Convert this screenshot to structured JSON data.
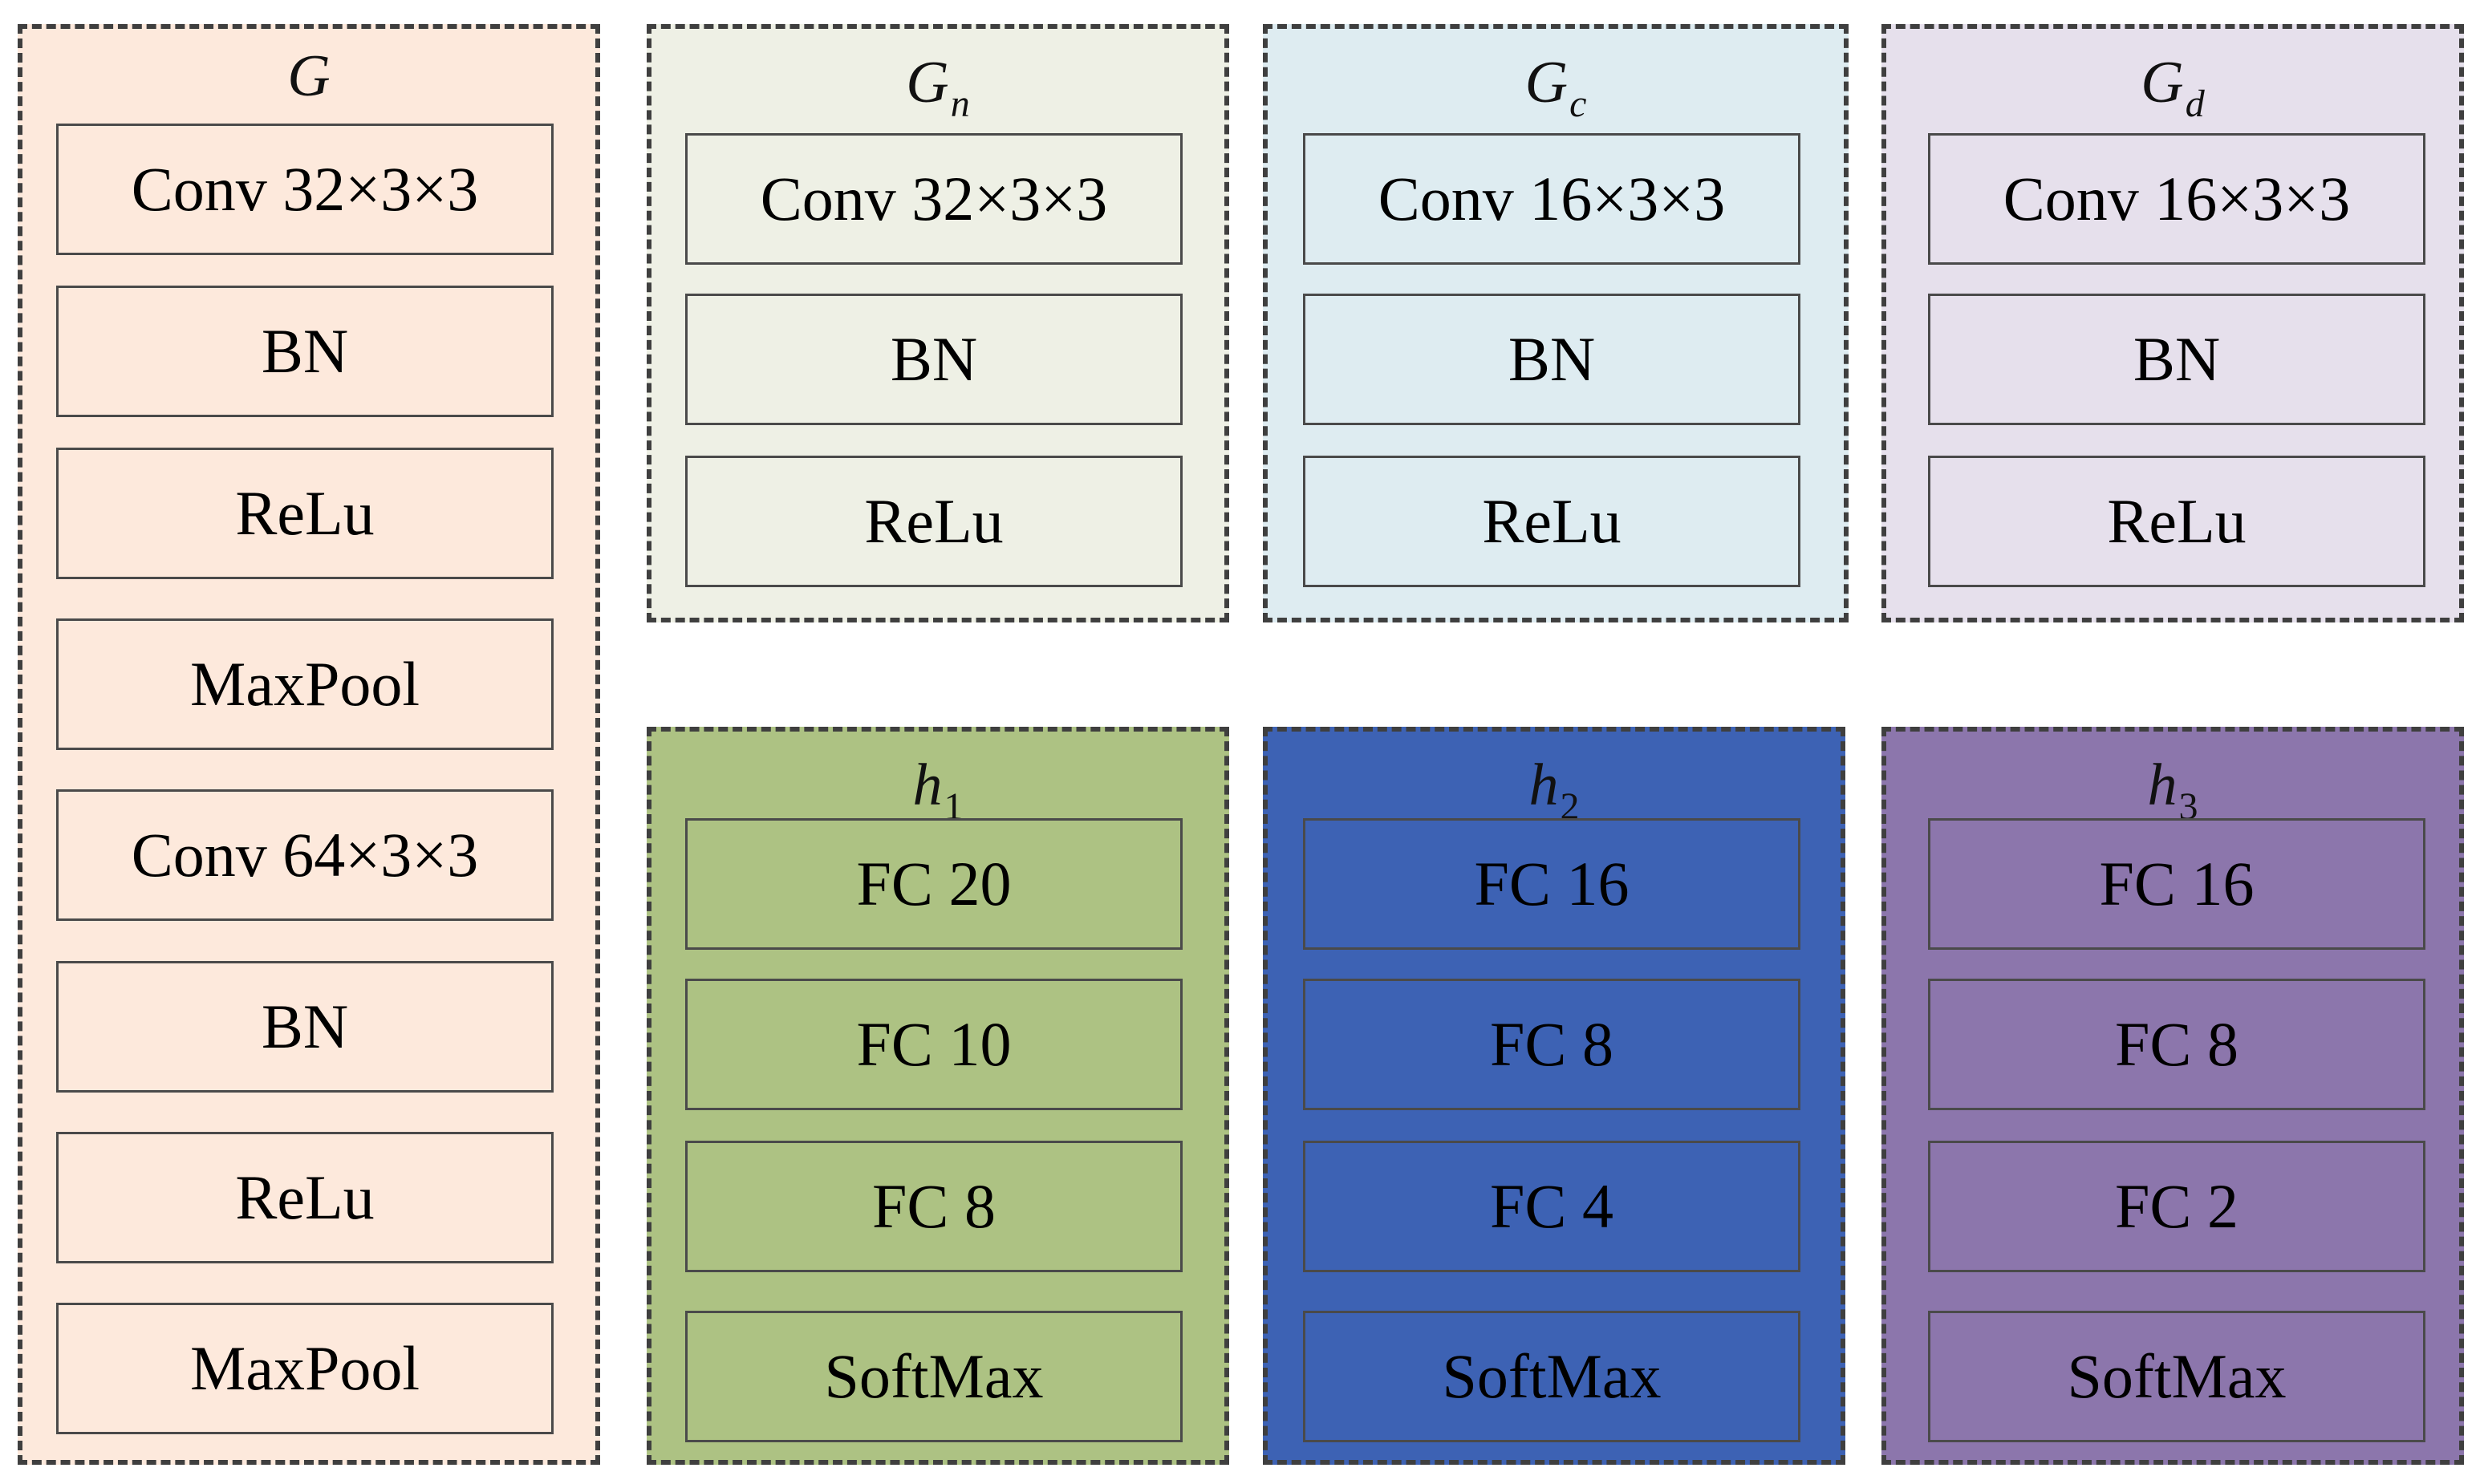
{
  "panels": {
    "G": {
      "title": "G",
      "title_sub": "",
      "fill": "#fde9dc",
      "layers": [
        "Conv 32×3×3",
        "BN",
        "ReLu",
        "MaxPool",
        "Conv 64×3×3",
        "BN",
        "ReLu",
        "MaxPool"
      ]
    },
    "Gn": {
      "title": "G",
      "title_sub": "n",
      "fill": "#eef0e5",
      "layers": [
        "Conv 32×3×3",
        "BN",
        "ReLu"
      ]
    },
    "Gc": {
      "title": "G",
      "title_sub": "c",
      "fill": "#deecf1",
      "layers": [
        "Conv 16×3×3",
        "BN",
        "ReLu"
      ]
    },
    "Gd": {
      "title": "G",
      "title_sub": "d",
      "fill": "#e6e0ec",
      "layers": [
        "Conv 16×3×3",
        "BN",
        "ReLu"
      ]
    },
    "h1": {
      "title": "h",
      "title_sub": "1",
      "fill": "#adc283",
      "layers": [
        "FC 20",
        "FC 10",
        "FC 8",
        "SoftMax"
      ]
    },
    "h2": {
      "title": "h",
      "title_sub": "2",
      "fill": "#3d62b4",
      "layers": [
        "FC 16",
        "FC 8",
        "FC 4",
        "SoftMax"
      ]
    },
    "h3": {
      "title": "h",
      "title_sub": "3",
      "fill": "#8c76ac",
      "layers": [
        "FC 16",
        "FC 8",
        "FC 2",
        "SoftMax"
      ]
    }
  }
}
